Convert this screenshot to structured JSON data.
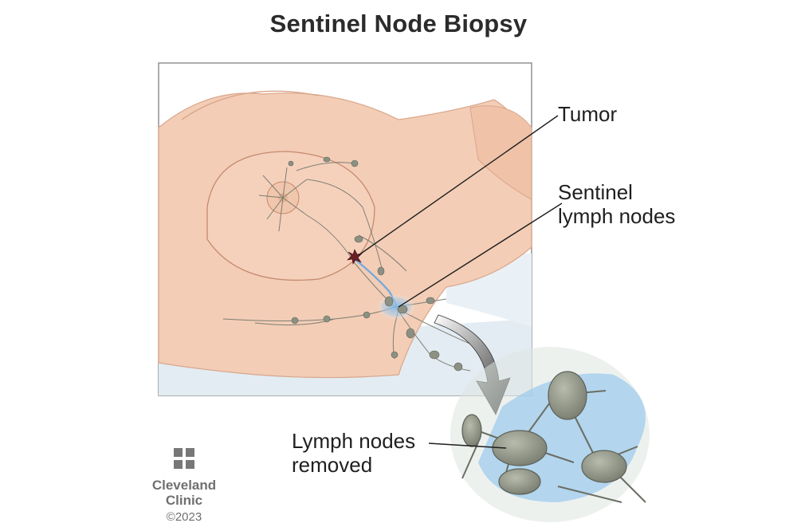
{
  "title": "Sentinel Node Biopsy",
  "labels": {
    "tumor": "Tumor",
    "sentinel_line1": "Sentinel",
    "sentinel_line2": "lymph nodes",
    "removed_line1": "Lymph nodes",
    "removed_line2": "removed"
  },
  "logo": {
    "name_line1": "Cleveland",
    "name_line2": "Clinic",
    "copyright": "©2023"
  },
  "colors": {
    "skin": "#f2c9b2",
    "skin_shadow": "#d9a48a",
    "node": "#8c9183",
    "lymph_highlight": "#8fc3ea",
    "tumor": "#6a1f26",
    "bed": "#e6eef4"
  }
}
